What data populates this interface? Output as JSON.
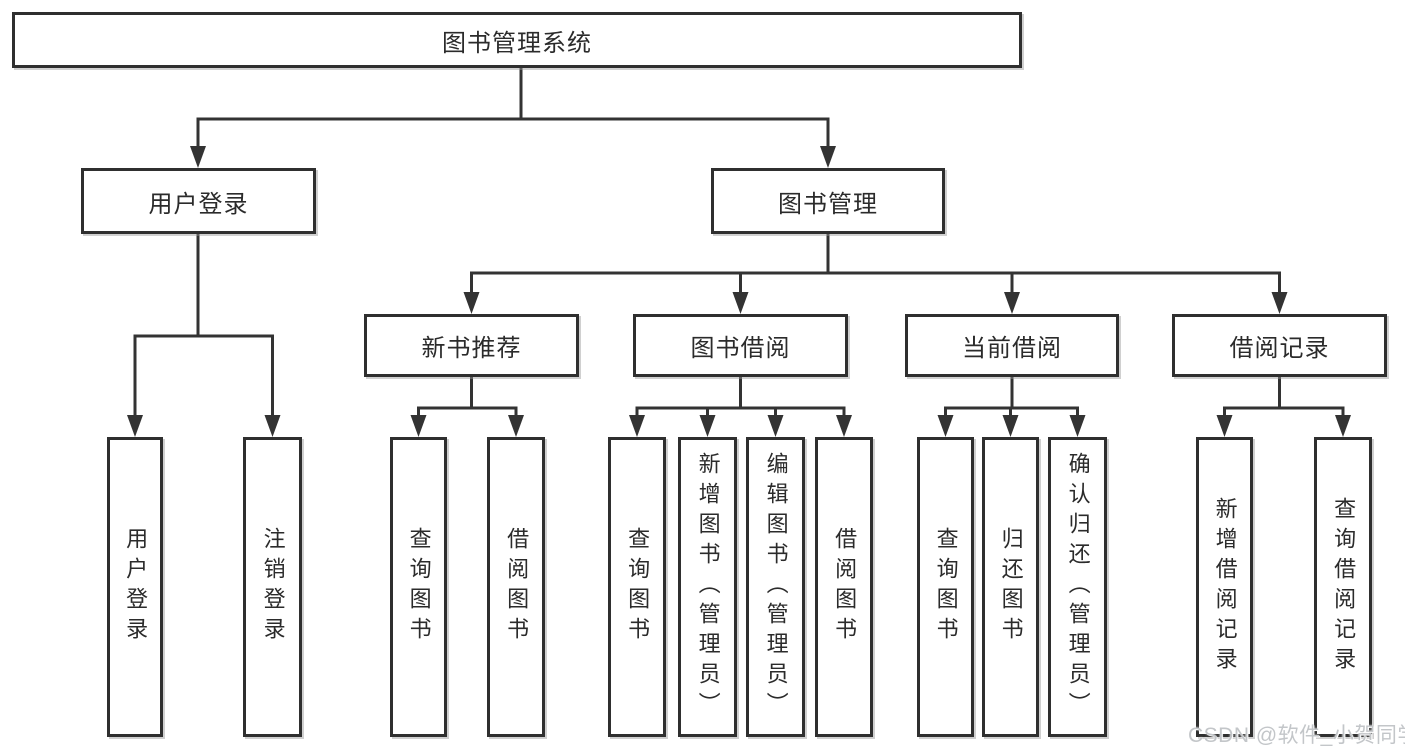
{
  "tree": {
    "root": {
      "label": "图书管理系统"
    },
    "branches": [
      {
        "label": "用户登录",
        "leaves": [
          {
            "label": "用户登录"
          },
          {
            "label": "注销登录"
          }
        ]
      },
      {
        "label": "图书管理",
        "children": [
          {
            "label": "新书推荐",
            "leaves": [
              {
                "label": "查询图书"
              },
              {
                "label": "借阅图书"
              }
            ]
          },
          {
            "label": "图书借阅",
            "leaves": [
              {
                "label": "查询图书"
              },
              {
                "label": "新增图书（管理员）"
              },
              {
                "label": "编辑图书（管理员）"
              },
              {
                "label": "借阅图书"
              }
            ]
          },
          {
            "label": "当前借阅",
            "leaves": [
              {
                "label": "查询图书"
              },
              {
                "label": "归还图书"
              },
              {
                "label": "确认归还（管理员）"
              }
            ]
          },
          {
            "label": "借阅记录",
            "leaves": [
              {
                "label": "新增借阅记录"
              },
              {
                "label": "查询借阅记录"
              }
            ]
          }
        ]
      }
    ]
  },
  "watermark": {
    "text": "CSDN @软件_小贺同学",
    "color": "#c3c6c9"
  },
  "style": {
    "line_color": "#333333",
    "border_color": "#2f2f2f",
    "text_color": "#2b2b2b",
    "background": "#ffffff"
  }
}
